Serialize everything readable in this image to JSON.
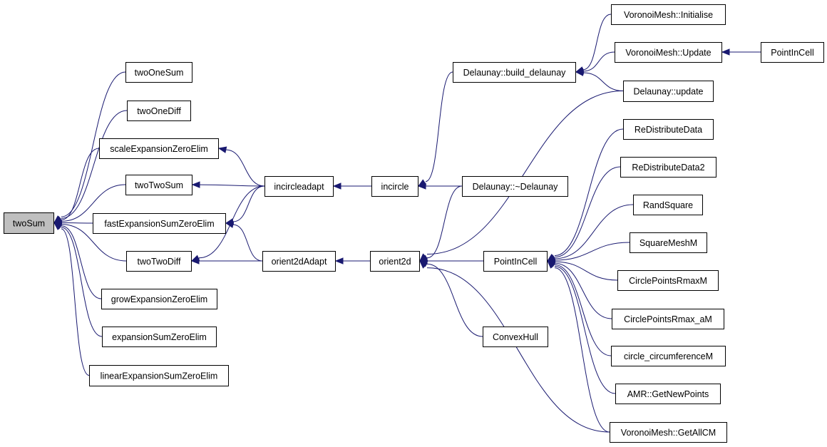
{
  "graph": {
    "edge_color": "#191970",
    "root_fill": "#bfbfbf",
    "nodes": [
      {
        "id": "twoSum",
        "label": "twoSum",
        "root": true
      },
      {
        "id": "twoOneSum",
        "label": "twoOneSum"
      },
      {
        "id": "twoOneDiff",
        "label": "twoOneDiff"
      },
      {
        "id": "scaleExpansionZeroElim",
        "label": "scaleExpansionZeroElim"
      },
      {
        "id": "twoTwoSum",
        "label": "twoTwoSum"
      },
      {
        "id": "fastExpansionSumZeroElim",
        "label": "fastExpansionSumZeroElim"
      },
      {
        "id": "twoTwoDiff",
        "label": "twoTwoDiff"
      },
      {
        "id": "growExpansionZeroElim",
        "label": "growExpansionZeroElim"
      },
      {
        "id": "expansionSumZeroElim",
        "label": "expansionSumZeroElim"
      },
      {
        "id": "linearExpansionSumZeroElim",
        "label": "linearExpansionSumZeroElim"
      },
      {
        "id": "incircleadapt",
        "label": "incircleadapt"
      },
      {
        "id": "orient2dAdapt",
        "label": "orient2dAdapt"
      },
      {
        "id": "incircle",
        "label": "incircle"
      },
      {
        "id": "orient2d",
        "label": "orient2d"
      },
      {
        "id": "build_delaunay",
        "label": "Delaunay::build_delaunay"
      },
      {
        "id": "dtor",
        "label": "Delaunay::~Delaunay"
      },
      {
        "id": "pic1",
        "label": "PointInCell"
      },
      {
        "id": "convexhull",
        "label": "ConvexHull"
      },
      {
        "id": "vm_init",
        "label": "VoronoiMesh::Initialise"
      },
      {
        "id": "vm_update",
        "label": "VoronoiMesh::Update"
      },
      {
        "id": "d_update",
        "label": "Delaunay::update"
      },
      {
        "id": "redist",
        "label": "ReDistributeData"
      },
      {
        "id": "redist2",
        "label": "ReDistributeData2"
      },
      {
        "id": "randsq",
        "label": "RandSquare"
      },
      {
        "id": "sqmesh",
        "label": "SquareMeshM"
      },
      {
        "id": "cprm",
        "label": "CirclePointsRmaxM"
      },
      {
        "id": "cpram",
        "label": "CirclePointsRmax_aM"
      },
      {
        "id": "ccirc",
        "label": "circle_circumferenceM"
      },
      {
        "id": "amr",
        "label": "AMR::GetNewPoints"
      },
      {
        "id": "getallcm",
        "label": "VoronoiMesh::GetAllCM"
      },
      {
        "id": "pic2",
        "label": "PointInCell"
      }
    ],
    "edges": [
      {
        "from": "twoOneSum",
        "to": "twoSum"
      },
      {
        "from": "twoOneDiff",
        "to": "twoSum"
      },
      {
        "from": "scaleExpansionZeroElim",
        "to": "twoSum"
      },
      {
        "from": "twoTwoSum",
        "to": "twoSum"
      },
      {
        "from": "fastExpansionSumZeroElim",
        "to": "twoSum"
      },
      {
        "from": "twoTwoDiff",
        "to": "twoSum"
      },
      {
        "from": "growExpansionZeroElim",
        "to": "twoSum"
      },
      {
        "from": "expansionSumZeroElim",
        "to": "twoSum"
      },
      {
        "from": "linearExpansionSumZeroElim",
        "to": "twoSum"
      },
      {
        "from": "incircleadapt",
        "to": "scaleExpansionZeroElim"
      },
      {
        "from": "incircleadapt",
        "to": "twoTwoSum"
      },
      {
        "from": "incircleadapt",
        "to": "fastExpansionSumZeroElim"
      },
      {
        "from": "incircleadapt",
        "to": "twoTwoDiff"
      },
      {
        "from": "orient2dAdapt",
        "to": "fastExpansionSumZeroElim"
      },
      {
        "from": "orient2dAdapt",
        "to": "twoTwoDiff"
      },
      {
        "from": "incircle",
        "to": "incircleadapt"
      },
      {
        "from": "orient2d",
        "to": "orient2dAdapt"
      },
      {
        "from": "build_delaunay",
        "to": "incircle"
      },
      {
        "from": "dtor",
        "to": "incircle"
      },
      {
        "from": "dtor",
        "to": "orient2d"
      },
      {
        "from": "d_update",
        "to": "orient2d"
      },
      {
        "from": "pic1",
        "to": "orient2d"
      },
      {
        "from": "convexhull",
        "to": "orient2d"
      },
      {
        "from": "getallcm",
        "to": "orient2d"
      },
      {
        "from": "vm_init",
        "to": "build_delaunay"
      },
      {
        "from": "vm_update",
        "to": "build_delaunay"
      },
      {
        "from": "d_update",
        "to": "build_delaunay"
      },
      {
        "from": "pic2",
        "to": "vm_update"
      },
      {
        "from": "redist",
        "to": "pic1"
      },
      {
        "from": "redist2",
        "to": "pic1"
      },
      {
        "from": "randsq",
        "to": "pic1"
      },
      {
        "from": "sqmesh",
        "to": "pic1"
      },
      {
        "from": "cprm",
        "to": "pic1"
      },
      {
        "from": "cpram",
        "to": "pic1"
      },
      {
        "from": "ccirc",
        "to": "pic1"
      },
      {
        "from": "amr",
        "to": "pic1"
      },
      {
        "from": "getallcm",
        "to": "pic1"
      }
    ]
  }
}
